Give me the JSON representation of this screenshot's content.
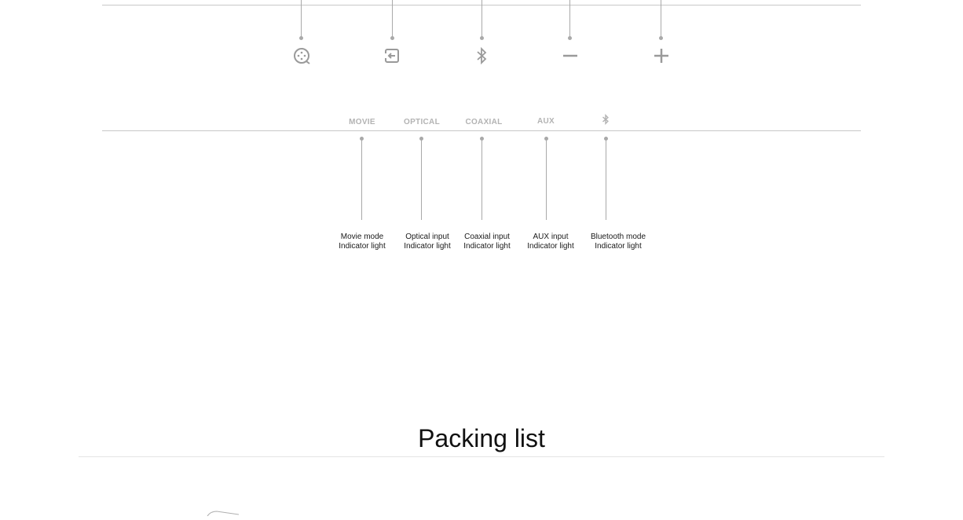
{
  "buttons": [
    {
      "icon": "movie-mode-icon"
    },
    {
      "icon": "input-source-icon"
    },
    {
      "icon": "bluetooth-icon"
    },
    {
      "icon": "volume-down-icon"
    },
    {
      "icon": "volume-up-icon"
    }
  ],
  "indicator_labels": {
    "movie": "MOVIE",
    "optical": "OPTICAL",
    "coaxial": "COAXIAL",
    "aux": "AUX",
    "bluetooth_icon": "bluetooth-icon"
  },
  "indicators": [
    {
      "line1": "Movie mode",
      "line2": "Indicator light"
    },
    {
      "line1": "Optical input",
      "line2": "Indicator light"
    },
    {
      "line1": "Coaxial input",
      "line2": "Indicator light"
    },
    {
      "line1": "AUX input",
      "line2": "Indicator light"
    },
    {
      "line1": "Bluetooth mode",
      "line2": "Indicator light"
    }
  ],
  "section": {
    "title": "Packing list"
  },
  "colors": {
    "line": "#c8c8c8",
    "icon": "#9a9a9a",
    "label": "#b3b3b3"
  }
}
